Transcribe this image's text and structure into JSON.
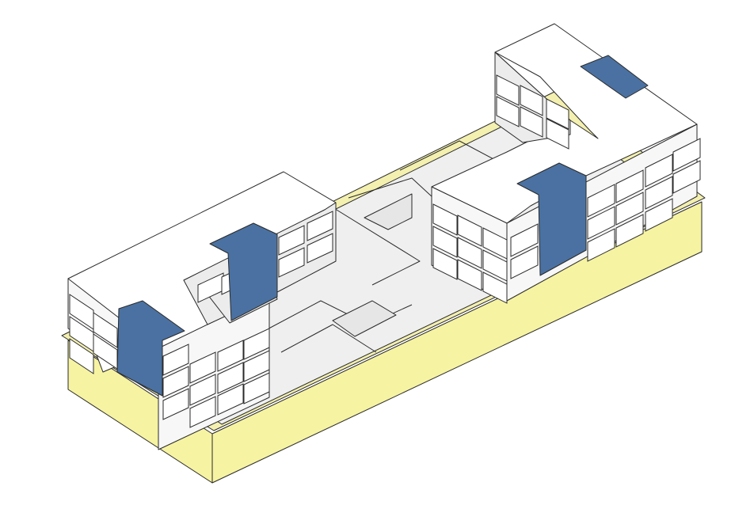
{
  "colors": {
    "background": "#ffffff",
    "podium_side": "#f6f3a2",
    "podium_side_dark": "#ece88c",
    "podium_top": "#f3f0b0",
    "courtyard": "#efefef",
    "courtyard_alt": "#e6e6e6",
    "roof": "#ffffff",
    "facade": "#f7f7f7",
    "facade_shade": "#ececec",
    "stair_core": "#4a71a1",
    "outline": "#2a2a2a"
  },
  "scene": {
    "podium": "yellow-base",
    "left_block": "u-shaped-block",
    "right_block": "u-shaped-block",
    "courtyard": "paved-courtyard",
    "vertical_cores": 4
  }
}
